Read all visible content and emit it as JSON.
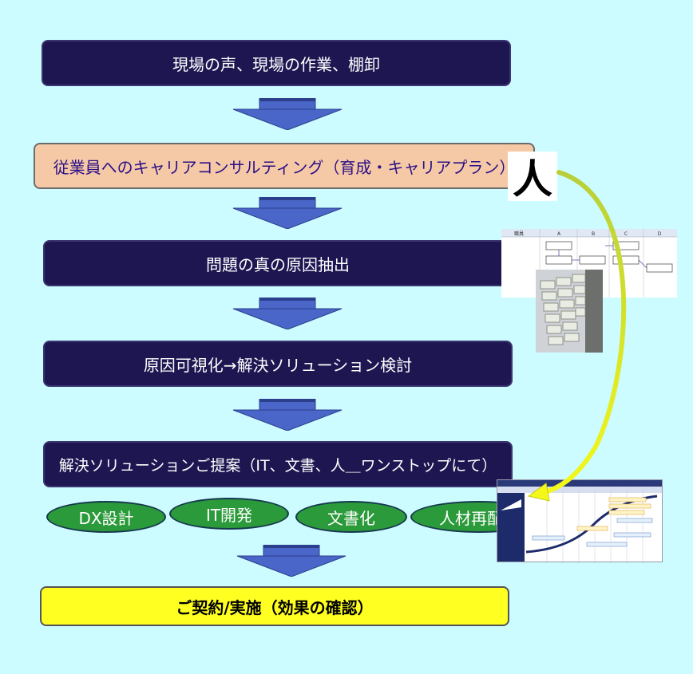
{
  "steps": {
    "step1": "現場の声、現場の作業、棚卸",
    "step2": "従業員へのキャリアコンサルティング（育成・キャリアプラン）",
    "step3": "問題の真の原因抽出",
    "step4": "原因可視化→解決ソリューション検討",
    "step5": "解決ソリューションご提案（IT、文書、人＿ワンストップにて）",
    "step6": "ご契約/実施（効果の確認）"
  },
  "services": [
    "DX設計",
    "IT開発",
    "文書化",
    "人材再配置"
  ],
  "side_images": {
    "kanji": "人",
    "flowchart_headers": [
      "職員",
      "A",
      "B",
      "C",
      "D"
    ]
  },
  "colors": {
    "background": "#ccfcff",
    "dark_box": "#1d1651",
    "peach_box": "#f6c9a6",
    "yellow_box": "#ffff22",
    "pill_green": "#2b9a3a",
    "arrow_blue": "#4a66c8",
    "curve_yellow": "#e6ef1c"
  }
}
